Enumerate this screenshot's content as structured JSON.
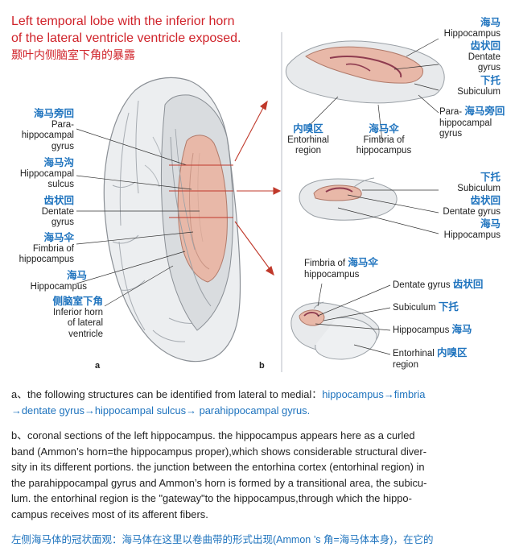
{
  "title": {
    "line1": "Left temporal lobe with the inferior horn",
    "line2": "of the lateral ventricle ventricle exposed.",
    "zh": "颞叶内侧脑室下角的暴露"
  },
  "left_labels": {
    "parahippocampal": {
      "zh": "海马旁回",
      "en1": "Para-",
      "en2": "hippocampal",
      "en3": "gyrus"
    },
    "hippocampal_sulcus": {
      "zh": "海马沟",
      "en1": "Hippocampal",
      "en2": "sulcus"
    },
    "dentate": {
      "zh": "齿状回",
      "en1": "Dentate",
      "en2": "gyrus"
    },
    "fimbria": {
      "zh": "海马伞",
      "en1": "Fimbria of",
      "en2": "hippocampus"
    },
    "hippocampus": {
      "zh": "海马",
      "en1": "Hippocampus"
    },
    "inferior_horn": {
      "zh": "侧脑室下角",
      "en1": "Inferior horn",
      "en2": "of lateral",
      "en3": "ventricle"
    }
  },
  "panel_labels": {
    "a": "a",
    "b": "b"
  },
  "section1": {
    "hippocampus": {
      "zh": "海马",
      "en": "Hippocampus"
    },
    "dentate": {
      "zh": "齿状回",
      "en1": "Dentate",
      "en2": "gyrus"
    },
    "subiculum": {
      "zh": "下托",
      "en": "Subiculum"
    },
    "parahippocampal": {
      "zh": "海马旁回",
      "en1": "Para-",
      "en2": "hippocampal",
      "en3": "gyrus"
    },
    "entorhinal": {
      "zh": "内嗅区",
      "en1": "Entorhinal",
      "en2": "region"
    },
    "fimbria": {
      "zh": "海马伞",
      "en1": "Fimbria of",
      "en2": "hippocampus"
    }
  },
  "section2": {
    "subiculum": {
      "zh": "下托",
      "en": "Subiculum"
    },
    "dentate": {
      "zh": "齿状回",
      "en": "Dentate gyrus"
    },
    "hippocampus": {
      "zh": "海马",
      "en": "Hippocampus"
    }
  },
  "section3": {
    "fimbria": {
      "zh": "海马伞",
      "en1": "Fimbria of",
      "en2": "hippocampus"
    },
    "dentate": {
      "zh": "齿状回",
      "en": "Dentate gyrus"
    },
    "subiculum": {
      "zh": "下托",
      "en": "Subiculum"
    },
    "hippocampus": {
      "zh": "海马",
      "en": "Hippocampus"
    },
    "entorhinal": {
      "zh": "内嗅区",
      "en1": "Entorhinal",
      "en2": "region"
    }
  },
  "caption": {
    "a_prefix": "a、the following structures can be identified from lateral to medial：",
    "a_sequence_1": "hippocampus→fimbria",
    "a_sequence_2": "→dentate gyrus→hippocampal sulcus→ parahippocampal gyrus.",
    "b_lines": [
      "b、coronal sections of the left hippocampus. the hippocampus appears here as a curled",
      "band (Ammon’s horn=the hippocampus proper),which shows considerable structural diver-",
      "sity in its different portions. the junction between the entorhina cortex (entorhinal region) in",
      "the parahippocampal gyrus and Ammon’s horn is formed by a transitional area, the subicu-",
      "lum. the entorhinal region is the \"gateway\"to the hippocampus,through which the hippo-",
      "campus receives most of its afferent fibers."
    ],
    "zh_line": "左侧海马体的冠状面观：海马体在这里以卷曲带的形式出现(Ammon ’s 角=海马体本身)，在它的"
  },
  "colors": {
    "title": "#d0232a",
    "label_zh": "#1e73be",
    "arrow": "#c0392b",
    "pink": "#e8b8a8",
    "grey_tissue": "#e8eaec"
  }
}
